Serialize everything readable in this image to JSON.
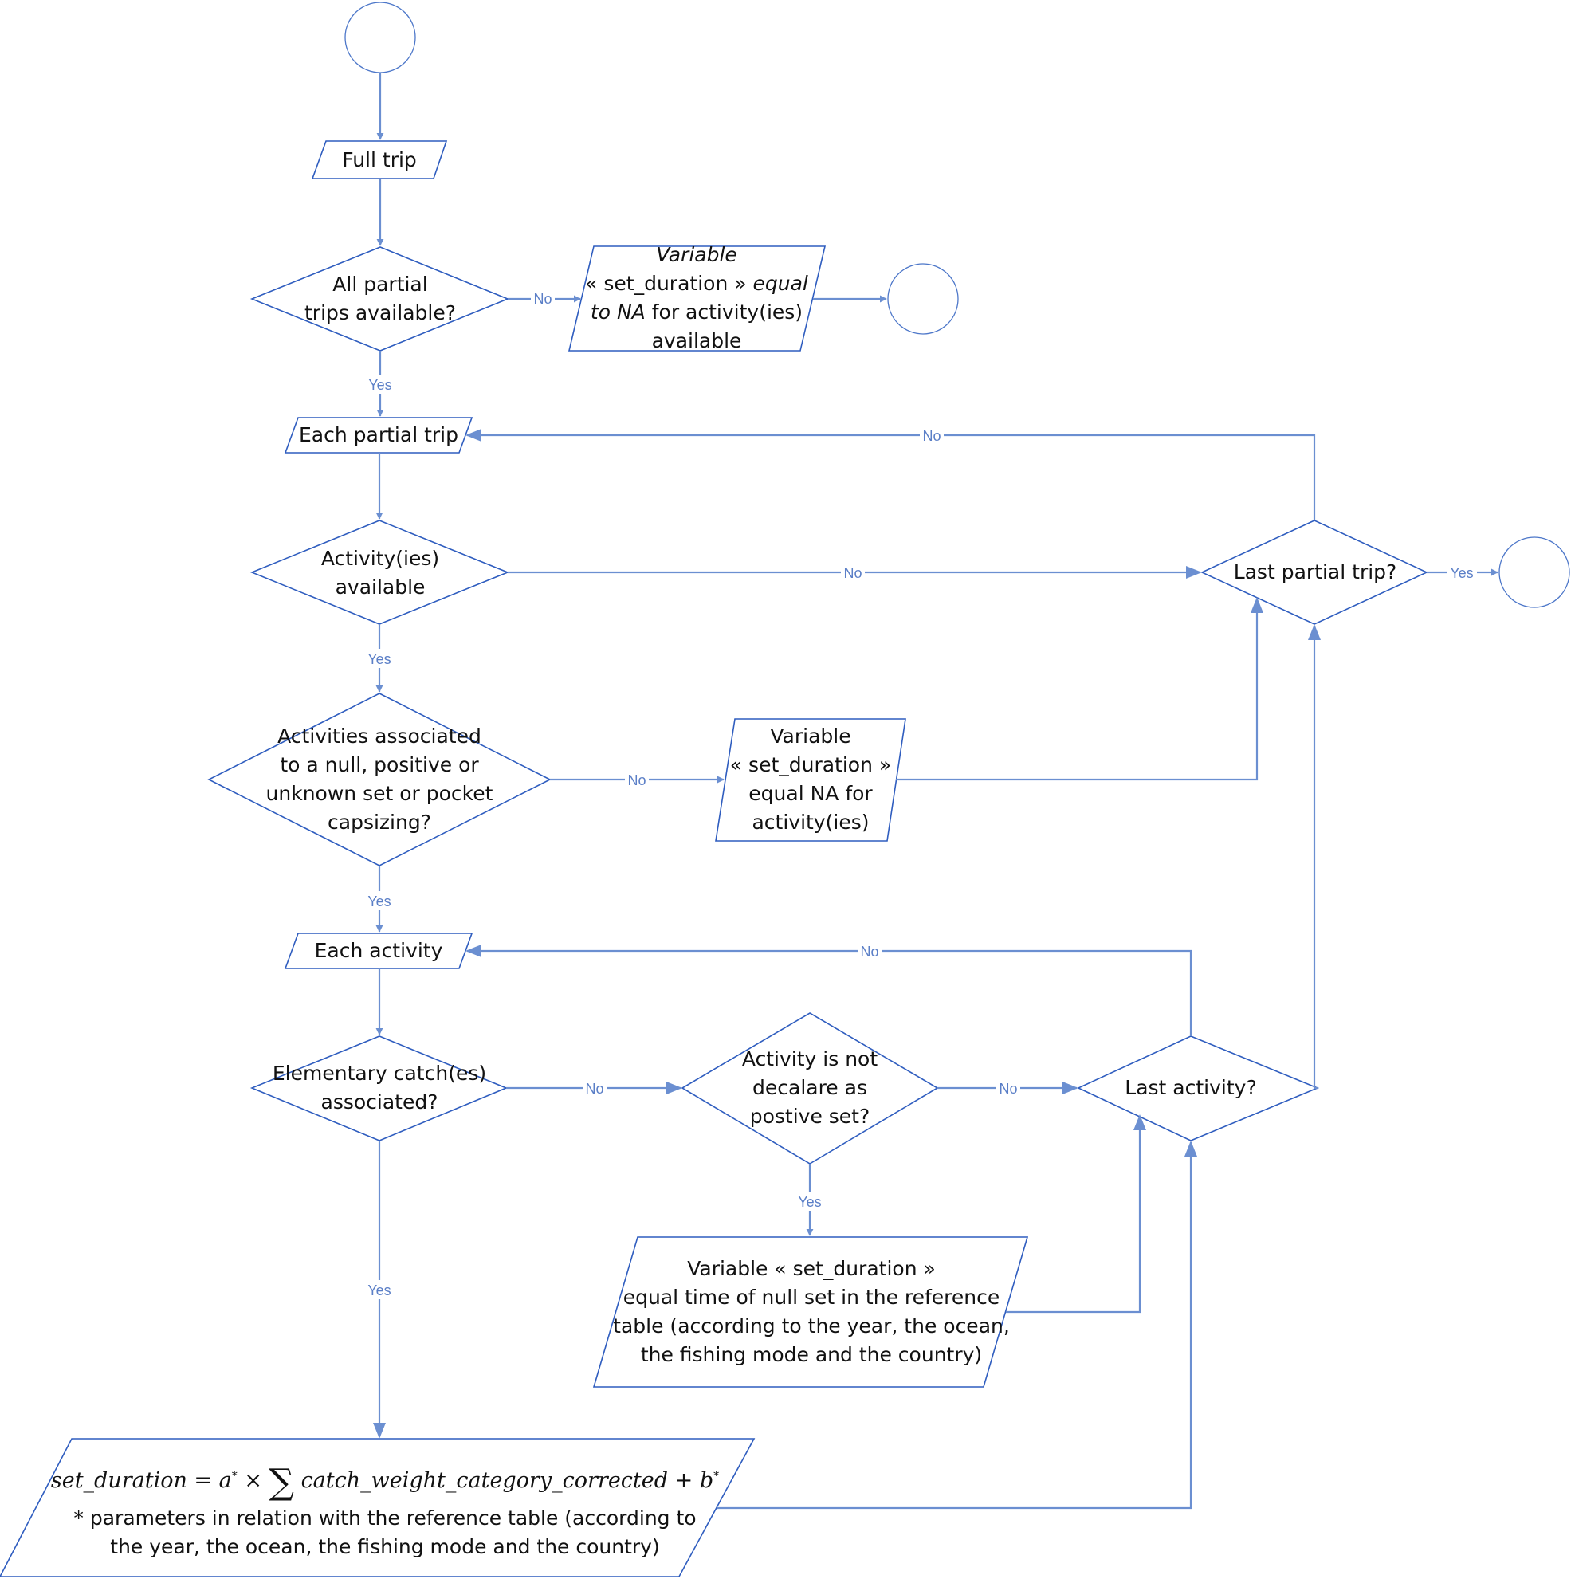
{
  "nodes": {
    "full_trip": "Full trip",
    "all_partial": [
      "All partial",
      "trips available?"
    ],
    "var_na_trip": {
      "line1": "Variable",
      "line2_normal": "« set_duration »",
      "line2_italic": " equal",
      "line3_italic": "to NA",
      "line3_normal": " for activity(ies)",
      "line4": "available"
    },
    "each_partial": "Each partial trip",
    "activities_available": [
      "Activity(ies)",
      "available"
    ],
    "last_partial": "Last partial trip?",
    "activities_associated": [
      "Activities associated",
      "to a null, positive or",
      "unknown set or pocket",
      "capsizing?"
    ],
    "var_na_activity": [
      "Variable",
      "« set_duration »",
      "equal NA for",
      "activity(ies)"
    ],
    "each_activity": "Each activity",
    "elementary": [
      "Elementary catch(es)",
      "associated?"
    ],
    "not_positive": [
      "Activity is not",
      "decalare as",
      "postive set?"
    ],
    "last_activity": "Last activity?",
    "var_null_set": [
      "Variable « set_duration »",
      "equal time of null set in the reference",
      "table (according to the year, the ocean,",
      "the fishing mode and the country)"
    ],
    "formula": {
      "lhs": "set_duration = a",
      "star": "*",
      "times": " × ",
      "sigma": "∑",
      "term": "catch_weight_category_corrected + b",
      "note": [
        "* parameters in relation with the reference table (according to",
        "the year, the ocean, the fishing mode and the country)"
      ]
    }
  },
  "edge_labels": {
    "yes": "Yes",
    "no": "No"
  }
}
